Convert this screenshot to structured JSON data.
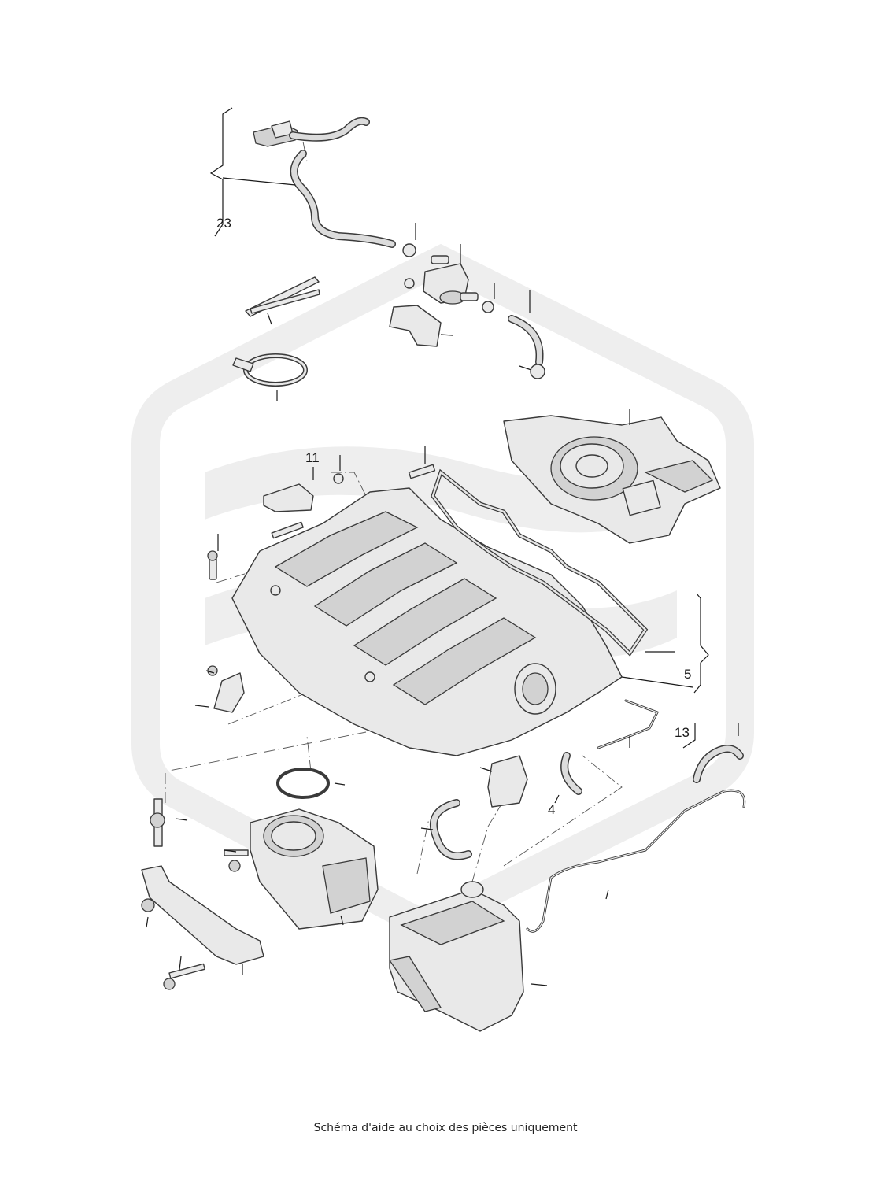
{
  "callouts": {
    "c23": "23",
    "c11": "11",
    "c5": "5",
    "c13": "13",
    "c4": "4"
  },
  "caption": "Schéma d'aide au choix des pièces uniquement",
  "watermark": {
    "color": "#eeeeee"
  }
}
